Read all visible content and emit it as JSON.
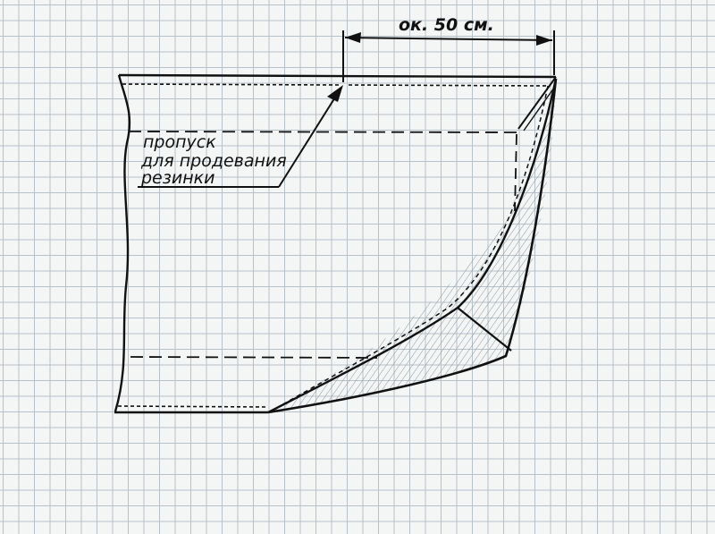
{
  "diagram": {
    "dimension_label": "ок. 50 см.",
    "annotation_lines": [
      "пропуск",
      "для продевания",
      "резинки"
    ],
    "colors": {
      "ink": "#111111",
      "hatch": "#8c9aa3",
      "grid": "#b6c1c9",
      "paper": "#f4f5f5"
    }
  }
}
